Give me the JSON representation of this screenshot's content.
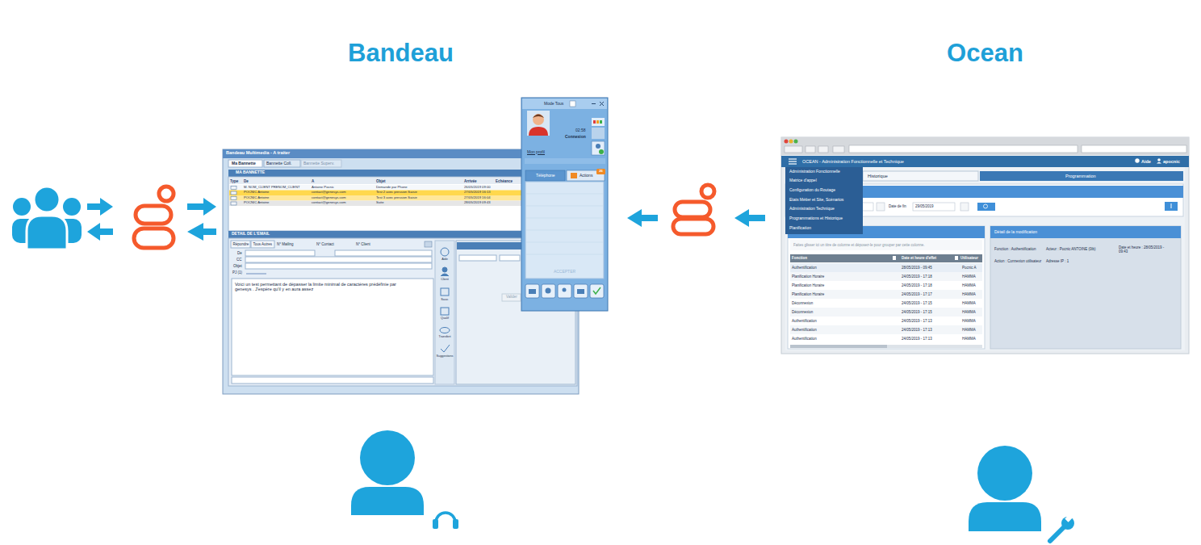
{
  "diagram": {
    "nodes": [
      {
        "text": [
          "Bandeau"
        ]
      },
      {
        "text": [
          "Ocean"
        ]
      }
    ],
    "labels": [
      "Bandeau Multimedia - A traiter",
      "Ma Bannette",
      "Bannette Coll.",
      "Bannette Superv.",
      "MA BANNETTE",
      "Type",
      "De",
      "A",
      "Objet",
      "Arrivée",
      "Echéance",
      "M. NOM_CLIENT PRENOM_CLIENT",
      "Antoine Pocnic",
      "Demande par Phone",
      "26/05/2019 09:00",
      "POCNIC Antoine",
      "contact@genesys.com",
      "Test 2 avec pression Saisie",
      "27/05/2019 16:13",
      "POCNIC Antoine",
      "contact@genesys.com",
      "Test 3 avec pression Saisie",
      "27/05/2019 16:04",
      "POCNIC Antoine",
      "contact@genesys.com",
      "Suite",
      "28/05/2019 09:43",
      "DETAIL DE L'EMAIL",
      "Répondre",
      "Tous Autres",
      "N° Mailing",
      "N° Contact",
      "N° Client",
      "De",
      "CC",
      "Objet",
      "PJ (1)",
      "Voici un test permettant de dépasser la limite minimal de caractères prédéfinie par genesys . J'espère qu'il y en aura assez",
      "Aide",
      "Client",
      "Sauv.",
      "Qualif",
      "Transfert",
      "Suggestions",
      "Valider",
      "Mode Tous",
      "02:58",
      "Connexion",
      "Mon profil",
      "Téléphone",
      "Actions",
      "26",
      "ACCEPTER",
      "OCEAN - Administration Fonctionnelle et Technique",
      "Aide",
      "apocnic",
      "Administration Fonctionnelle",
      "Matrice d'appel",
      "Configuration du Routage",
      "Etats Métier et Site, Scénarios",
      "Administration Technique",
      "Programmations et Historique",
      "Planification",
      "Historique",
      "Programmation",
      "Date de fin",
      "29/05/2019",
      "Détail de la modification",
      "Fonction : Authentification",
      "Acteur : Pocnic ANTOINE (0ib)",
      "Date et heure : 28/05/2019 - 09:43",
      "Action : Connexion utilisateur",
      "Adresse IP : 1",
      "Faites glisser ici un titre de colonne et déposez-le pour grouper par cette colonne.",
      "Fonction",
      "Date et heure d'effet",
      "Utilisateur",
      "Authentification",
      "28/05/2019 - 09:45",
      "Pocnic A",
      "Planification Horaire",
      "24/05/2019 - 17:18",
      "HAMMA",
      "Planification Horaire",
      "24/05/2019 - 17:18",
      "HAMMA",
      "Planification Horaire",
      "24/05/2019 - 17:17",
      "HAMMA",
      "Déconnexion",
      "24/05/2019 - 17:15",
      "HAMMA",
      "Déconnexion",
      "24/05/2019 - 17:15",
      "HAMMA",
      "Authentification",
      "24/05/2019 - 17:13",
      "HAMMA",
      "Authentification",
      "24/05/2019 - 17:13",
      "HAMMA",
      "Authentification",
      "24/05/2019 - 17:13",
      "HAMMA"
    ]
  }
}
